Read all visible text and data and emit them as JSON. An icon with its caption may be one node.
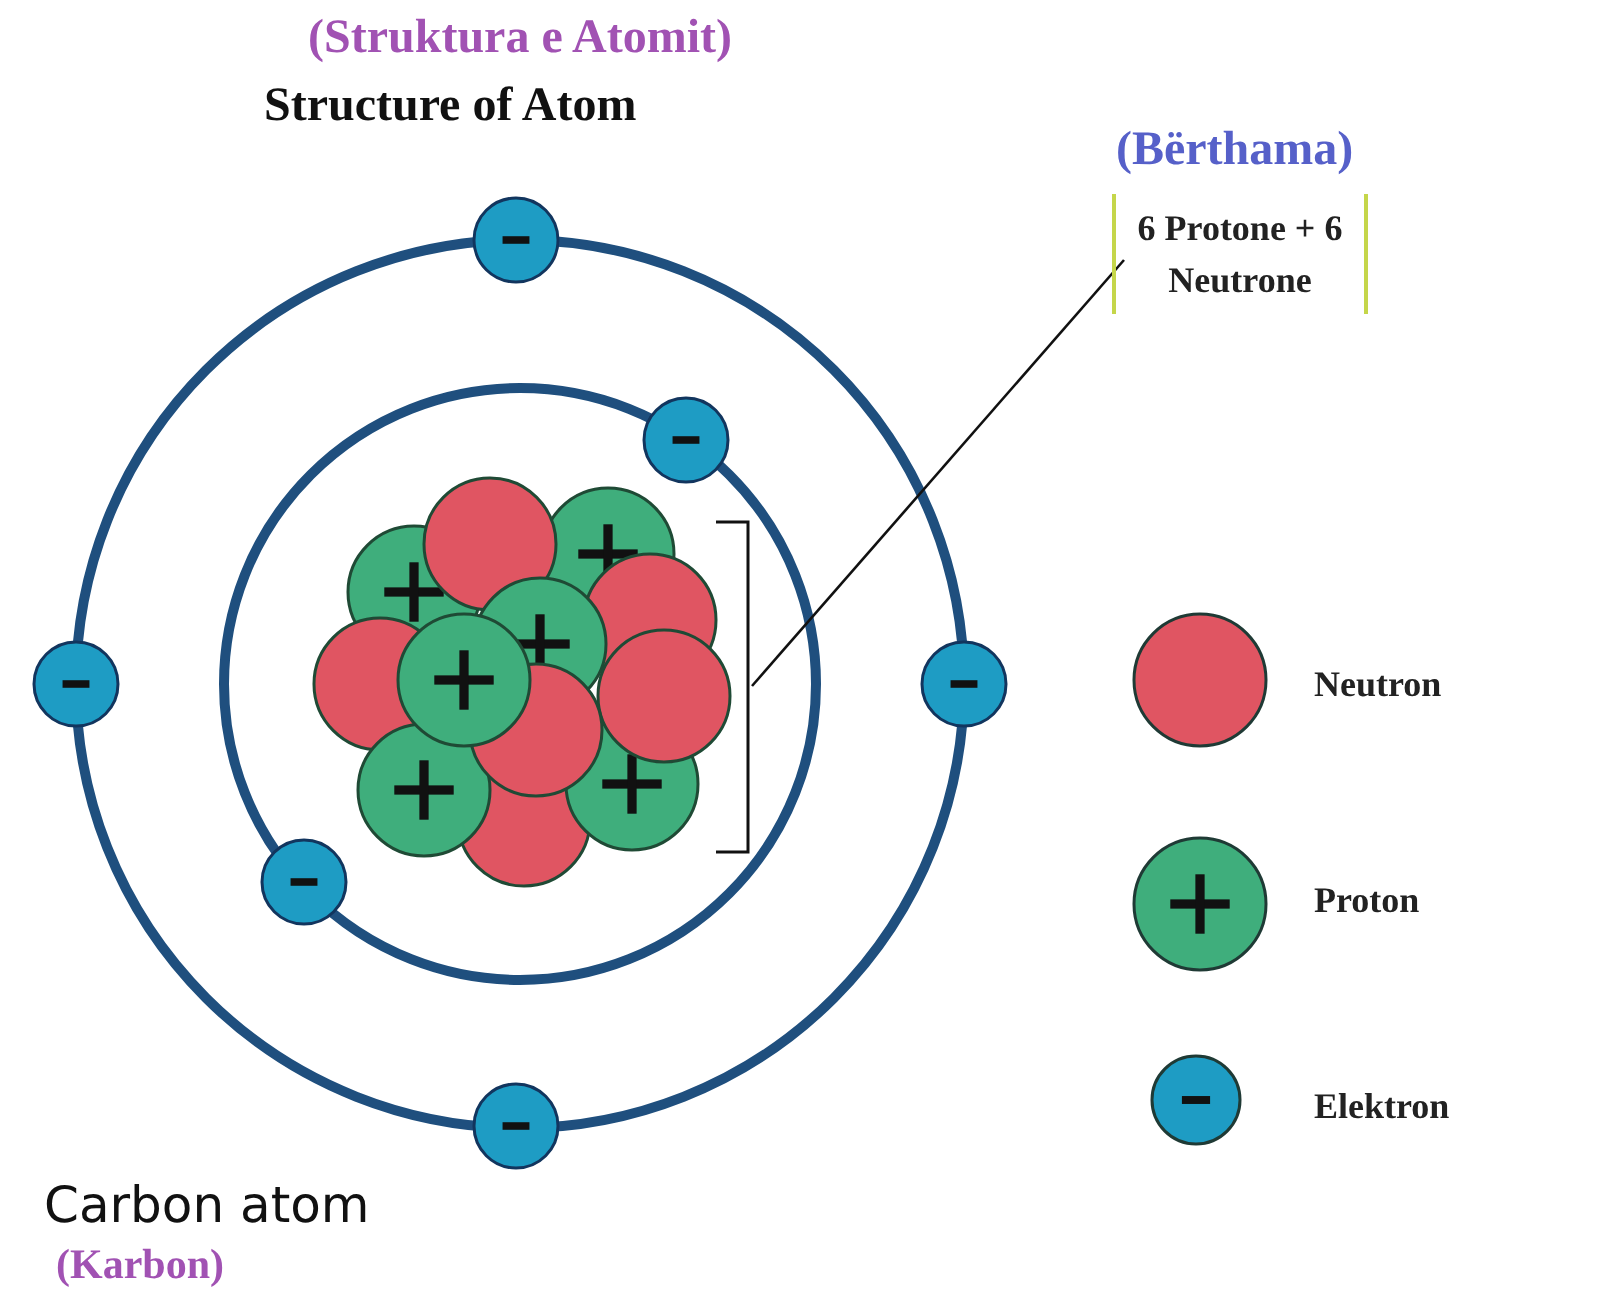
{
  "diagram": {
    "title": "(Struktura e Atomit)",
    "nodes": [
      {
        "text": [
          "(Bërthama)",
          "6 Protone + 6 Neutrone"
        ]
      },
      {
        "text": [],
        "shape": "picture"
      }
    ],
    "edges": [
      {
        "from": 0,
        "to": 1,
        "arrow": "none"
      }
    ],
    "labels": [
      "Structure of Atom",
      "Carbon atom",
      "(Karbon)"
    ],
    "legend": [
      {
        "text": "Neutron",
        "color": "#e05562"
      },
      {
        "text": "Proton",
        "color": "#3fae7c"
      },
      {
        "text": "Elektron",
        "color": "#1e9cc4"
      }
    ]
  }
}
